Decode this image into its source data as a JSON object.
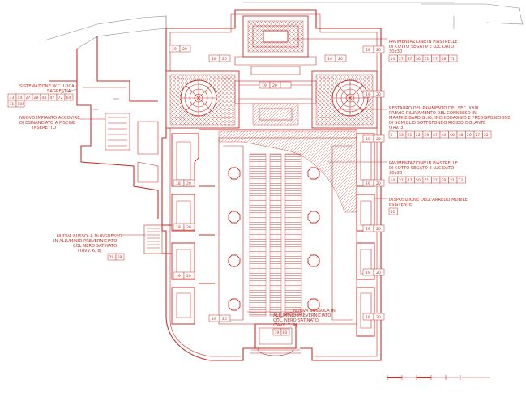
{
  "annotations": {
    "pav_top": {
      "lines": [
        "PAVIMENTAZIONE IN PIASTRELLE",
        "DI COTTO SEGATO E LUCIDATO",
        "30x30"
      ],
      "codes": [
        "14",
        "27",
        "47",
        "50",
        "51",
        "27",
        "28",
        "71"
      ]
    },
    "restauro": {
      "lines": [
        "RESTAURO DEL PAVIMENTO DEL SEC. XVIII",
        "PREVIO RILEVAMENTO DEL CONNESSO IN",
        "MARMI E BARDIGLIO, INCHIODAGGIO E PREDISPOSIZIONE",
        "DI SOMIGLIO SOTTOFONDO RIGIDO ISOLANTE",
        "(TAV. 3)"
      ],
      "codes": [
        "1",
        "53",
        "21",
        "22",
        "39",
        "47",
        "40",
        "46",
        "48",
        "26",
        "27",
        "22"
      ]
    },
    "pav_mid": {
      "lines": [
        "PAVIMENTAZIONE IN PIASTRELLE",
        "DI COTTO SEGATO E LUCIDATO",
        "30x30"
      ],
      "codes": [
        "14",
        "27",
        "47",
        "50",
        "51",
        "27",
        "28",
        "21",
        "22"
      ]
    },
    "disposizione": {
      "lines": [
        "DISPOSIZIONE DELL'ARREDO MOBILE",
        "ESISTENTE"
      ],
      "codes": [
        "61"
      ]
    },
    "sistemazione": {
      "lines": [
        "SISTEMAZIONE W.C. LOCALI",
        "SAGRESTIA"
      ],
      "codes": [
        "33",
        "14",
        "27",
        "28",
        "44",
        "47",
        "72",
        "64",
        "71",
        "105"
      ]
    },
    "impianto": {
      "lines": [
        "NUOVO IMPIANTO ACCOVIRE",
        "DI ESINANCIATO A PISCINE",
        "INSERETTO"
      ]
    },
    "bussola_ingresso": {
      "lines": [
        "NUOVA BUSSOLA DI INGRESSO",
        "IN ALLUMINIO PREVERNICIATO",
        "COL NERO SATINATO",
        "(TAVV. 6, 8)"
      ],
      "codes": [
        "79",
        "68"
      ]
    },
    "bussola_fondo": {
      "lines": [
        "NUOVA BUSSOLA IN",
        "ALLUMINIO PREVERNICIATO",
        "COL. NERO SATINATO",
        "(TAVV. 7, 9)"
      ],
      "codes": [
        "79",
        "80"
      ]
    }
  },
  "room_tags": {
    "t1": [
      "19",
      "20"
    ],
    "t2": [
      "18",
      "20"
    ],
    "t3": [
      "19",
      "20"
    ],
    "t4": [
      "19",
      "20"
    ],
    "t5": [
      "19",
      "20"
    ],
    "t6": [
      "18",
      "20"
    ],
    "t7": [
      "19",
      "20"
    ],
    "t8": [
      "19",
      "20"
    ],
    "t9": [
      "19",
      "20"
    ],
    "t10": [
      "19",
      "20"
    ],
    "t11": [
      "18",
      "20"
    ],
    "t12": [
      "19",
      "20"
    ],
    "t13": [
      "19",
      "20"
    ],
    "t14": [
      "19",
      "20"
    ],
    "t15": [
      "19",
      "20"
    ],
    "t16": [
      "19",
      "20"
    ],
    "t17": [
      "19",
      "20"
    ],
    "t18": [
      "19",
      "20"
    ],
    "t19": [
      "19",
      "20"
    ]
  },
  "colors": {
    "ink": "#c8322a",
    "site": "#8e8e8e",
    "paper": "#ffffff"
  }
}
